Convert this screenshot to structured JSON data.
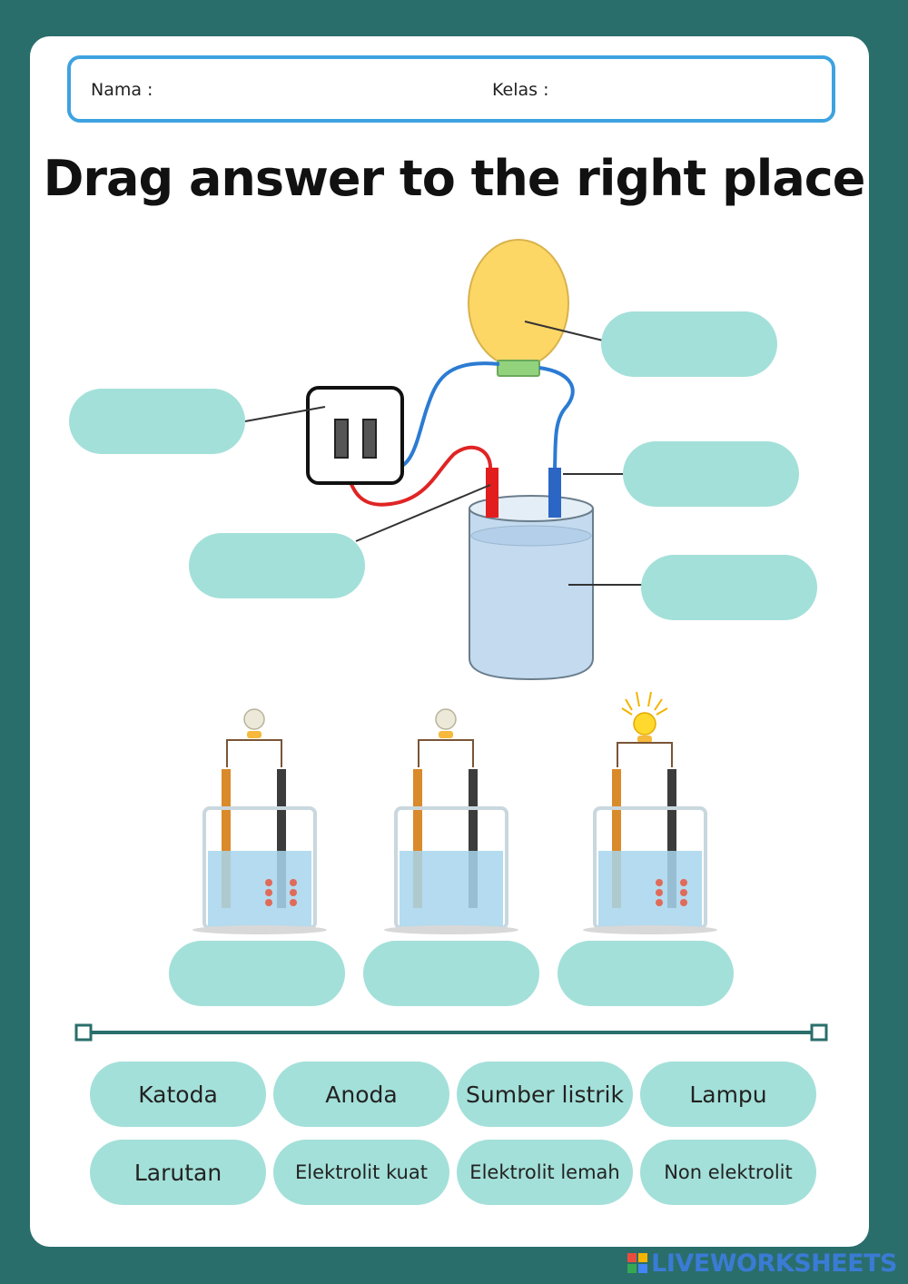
{
  "header": {
    "name_label": "Nama :",
    "class_label": "Kelas :"
  },
  "title": "Drag answer to the right place",
  "answers": [
    {
      "label": "Katoda"
    },
    {
      "label": "Anoda"
    },
    {
      "label": "Sumber listrik"
    },
    {
      "label": "Lampu"
    },
    {
      "label": "Larutan"
    },
    {
      "label": "Elektrolit kuat"
    },
    {
      "label": "Elektrolit lemah"
    },
    {
      "label": "Non elektrolit"
    }
  ],
  "colors": {
    "background": "#2a6e6b",
    "sheet": "#ffffff",
    "drop_zone": "#a3e0d9",
    "name_border": "#3ea2e0",
    "brand": "#3a7bd5"
  },
  "footer": {
    "brand": "LIVEWORKSHEETS"
  }
}
